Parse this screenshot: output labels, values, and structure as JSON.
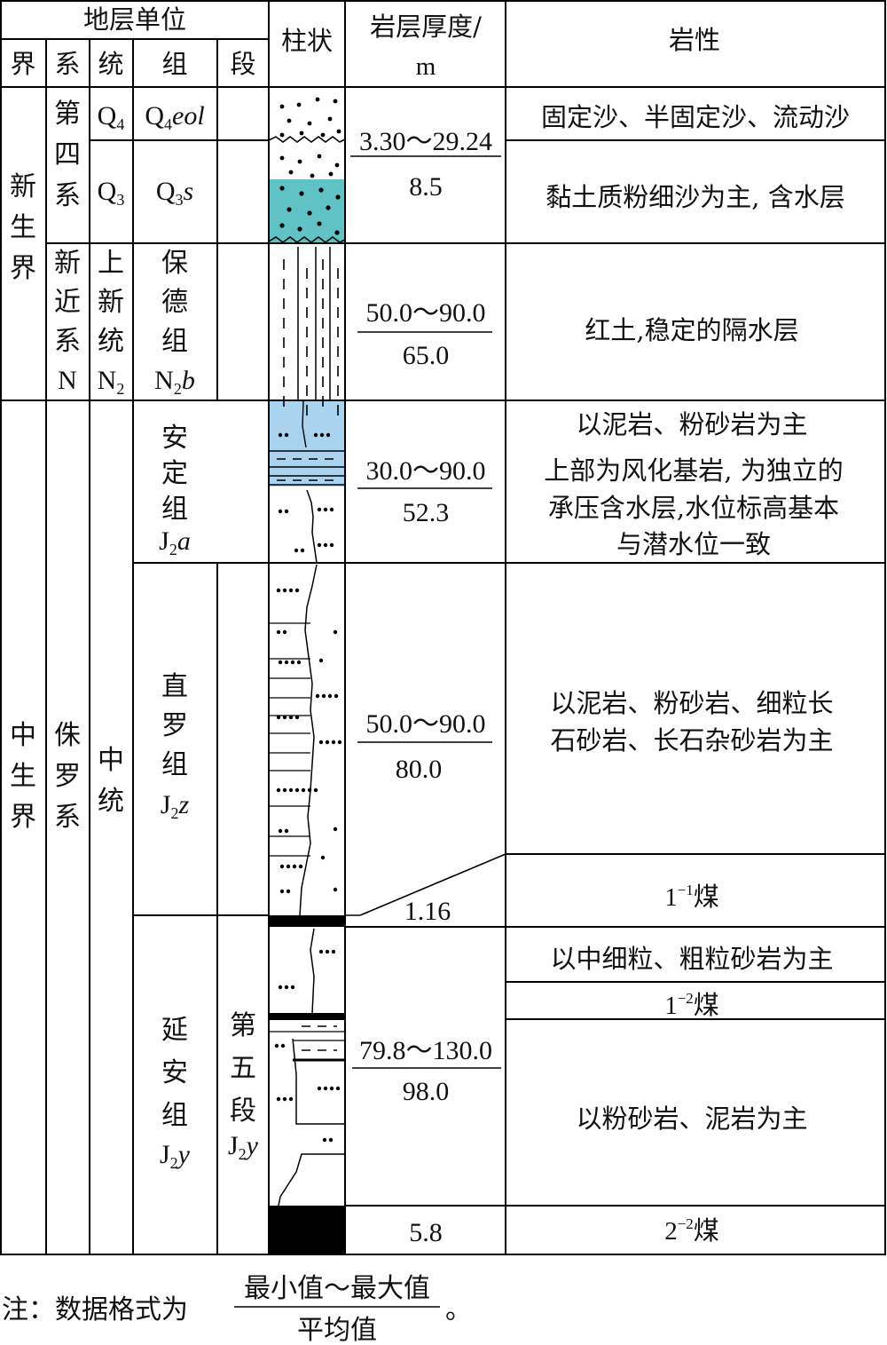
{
  "header": {
    "unit": "地层单位",
    "column": "柱状",
    "thickness_line1": "岩层厚度/",
    "thickness_line2": "m",
    "lithology": "岩性",
    "jie": "界",
    "xi": "系",
    "tong": "统",
    "zu": "组",
    "duan": "段"
  },
  "jie": {
    "cenozoic": "新生界",
    "mesozoic": "中生界"
  },
  "xi": {
    "quaternary": "第四系",
    "neogene": "新近系",
    "neogene_sym": "N",
    "jurassic": "侏罗系"
  },
  "tong": {
    "q4": "Q",
    "q4_sub": "4",
    "q3": "Q",
    "q3_sub": "3",
    "pliocene": "上新统",
    "pliocene_sym": "N",
    "pliocene_sub": "2",
    "middle": "中统"
  },
  "zu": {
    "q4eol_base": "Q",
    "q4eol_sub": "4",
    "q4eol_suffix": "eol",
    "q3s_base": "Q",
    "q3s_sub": "3",
    "q3s_suffix": "s",
    "baode": "保德组",
    "baode_base": "N",
    "baode_sub": "2",
    "baode_suffix": "b",
    "anding": "安定组",
    "anding_base": "J",
    "anding_sub": "2",
    "anding_suffix": "a",
    "zhiluo": "直罗组",
    "zhiluo_base": "J",
    "zhiluo_sub": "2",
    "zhiluo_suffix": "z",
    "yanan": "延安组",
    "yanan_base": "J",
    "yanan_sub": "2",
    "yanan_suffix": "y"
  },
  "duan": {
    "fifth": "第五段",
    "fifth_base": "J",
    "fifth_sub": "2",
    "fifth_suffix": "y"
  },
  "thickness": {
    "quaternary_range": "3.30～29.24",
    "quaternary_avg": "8.5",
    "baode_range": "50.0～90.0",
    "baode_avg": "65.0",
    "anding_range": "30.0～90.0",
    "anding_avg": "52.3",
    "zhiluo_range": "50.0～90.0",
    "zhiluo_avg": "80.0",
    "coal_1_1": "1.16",
    "yanan_range": "79.8～130.0",
    "yanan_avg": "98.0",
    "coal_2_2": "5.8"
  },
  "lithology": {
    "q4": "固定沙、半固定沙、流动沙",
    "q3": "黏土质粉细沙为主, 含水层",
    "baode": "红土,稳定的隔水层",
    "anding_1": "以泥岩、粉砂岩为主",
    "anding_2": "上部为风化基岩, 为独立的",
    "anding_3": "承压含水层,水位标高基本",
    "anding_4": "与潜水位一致",
    "zhiluo_1": "以泥岩、粉砂岩、细粒长",
    "zhiluo_2": "石砂岩、长石杂砂岩为主",
    "coal_1_1_base": "1",
    "coal_1_1_sup": "−1",
    "coal_word": "煤",
    "yanan_top": "以中细粒、粗粒砂岩为主",
    "coal_1_2_base": "1",
    "coal_1_2_sup": "−2",
    "yanan_main": "以粉砂岩、泥岩为主",
    "coal_2_2_base": "2",
    "coal_2_2_sup": "−2"
  },
  "note": {
    "prefix": "注：数据格式为",
    "numerator": "最小值～最大值",
    "denominator": "平均值",
    "suffix": "。"
  },
  "colors": {
    "aquifer_fill": "#61c2c6",
    "anding_fill": "#a9d3ee",
    "coal_fill": "#000000",
    "line": "#000000"
  }
}
